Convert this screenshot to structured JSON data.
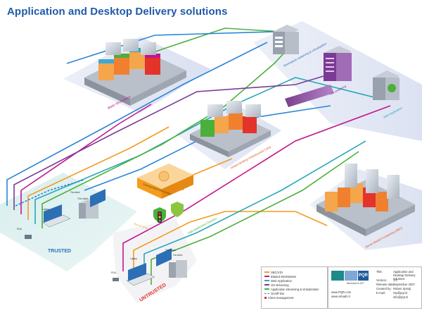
{
  "title": "Application and Desktop Delivery solutions",
  "labels": {
    "blade": "Blade Workstation",
    "vdi": "Virtual Desktop Infrastructure (VDI)",
    "wv": "Workspace streaming & virtualization",
    "os": "OS streaming",
    "web": "Web Application",
    "sbc": "Server Based Computing (SBC)",
    "trusted": "TRUSTED",
    "untrusted": "UNTRUSTED",
    "gateway": "Desktop/Application broker",
    "secure": "Secure access",
    "wag": "Web Application Gateway",
    "fat1": "Fat client",
    "fat2": "Fat client",
    "thin1": "Thin client",
    "thin2": "Thin client",
    "laptop1": "Laptop",
    "laptop2": "Laptop",
    "pda1": "PDA",
    "pda2": "PDA"
  },
  "legend": {
    "items": [
      {
        "label": "SBC/VDI",
        "color": "#f39c1e",
        "style": "solid"
      },
      {
        "label": "Bladed Workstation",
        "color": "#c2178c",
        "style": "solid"
      },
      {
        "label": "Web Application",
        "color": "#2aa8b8",
        "style": "solid"
      },
      {
        "label": "OS streaming",
        "color": "#7b3a96",
        "style": "solid"
      },
      {
        "label": "Application streaming & virtualization",
        "color": "#4bb03b",
        "style": "solid"
      },
      {
        "label": "On/off-line",
        "color": "#2a86d8",
        "style": "dashed"
      },
      {
        "label": "Client management",
        "color": "#e4332b",
        "style": "square"
      }
    ]
  },
  "info": {
    "company": "PQR",
    "tagline": "Eenvoud in ICT",
    "site1": "www.PQR.com",
    "site2": "www.virtuall.nl",
    "title_key": "Title:",
    "title_val": "Application and Desktop Delivery solutions",
    "version_key": "Version:",
    "version_val": "1.0",
    "release_key": "Release date:",
    "release_val": "September 2007",
    "created_key": "Created by:",
    "created_val": "Ruben Spruijt",
    "email_key": "E-mail:",
    "email_val1": "rsp@pqr.nl",
    "email_val2": "info@pqr.nl"
  },
  "colors": {
    "title": "#1f5aa8",
    "sbc_vdi": "#f39c1e",
    "blade": "#c2178c",
    "web": "#2aa8b8",
    "os": "#7b3a96",
    "stream": "#4bb03b",
    "online": "#2a86d8",
    "client_mgmt": "#e4332b",
    "trusted_zone": "#d6ecec",
    "server_zone": "#dfe5f3"
  }
}
